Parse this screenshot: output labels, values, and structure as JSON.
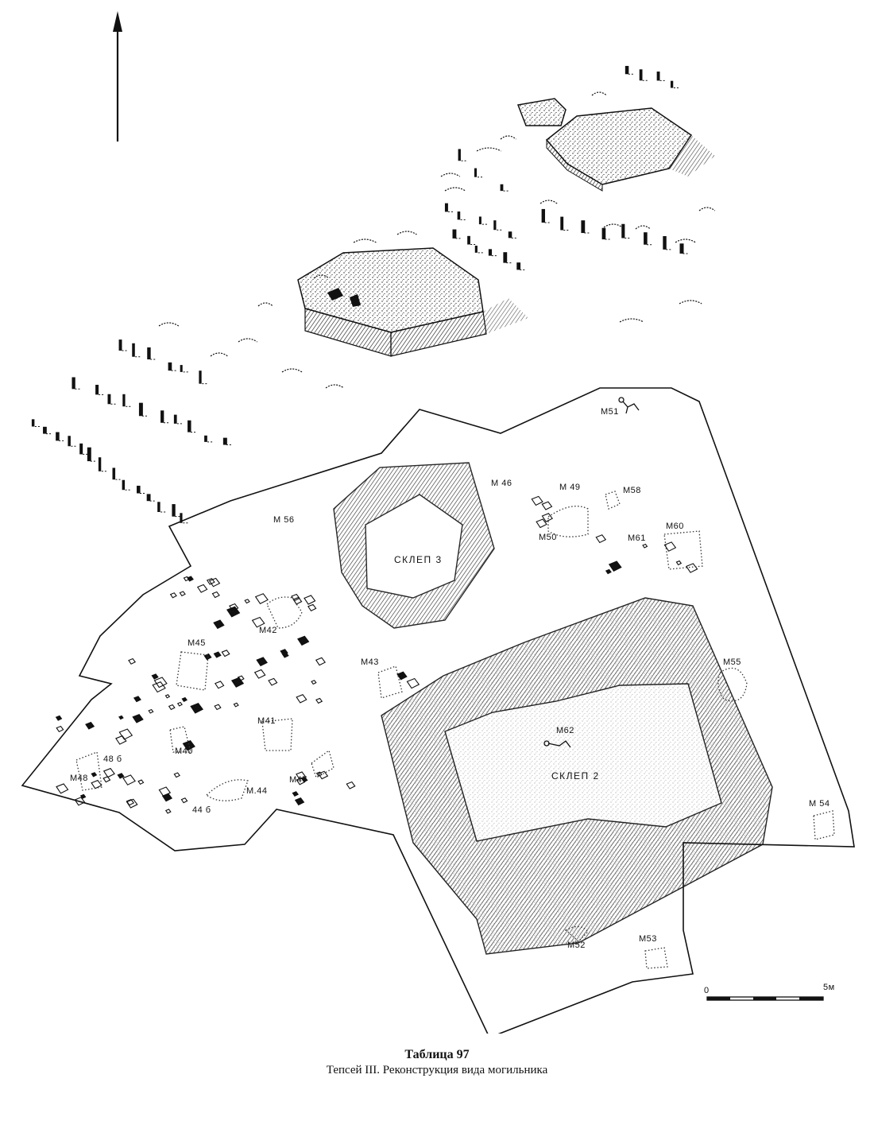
{
  "labels": {
    "M51_top": "M51",
    "M46": "M 46",
    "M49": "M 49",
    "M58": "M58",
    "M50": "M50",
    "M61": "M61",
    "M60": "M60",
    "M56": "M 56",
    "sklep3": "СКЛЕП 3",
    "M42": "M42",
    "M45": "M45",
    "M43": "M43",
    "M55": "M55",
    "M41": "M41",
    "M62": "M62",
    "M40": "M40",
    "M48b": "48 б",
    "M48": "M48",
    "M47": "M47",
    "M44": "M.44",
    "M44b": "44 б",
    "sklep2": "СКЛЕП 2",
    "M54": "M 54",
    "M52": "M52",
    "M53": "M53"
  },
  "scale": {
    "start": "0",
    "end": "5м"
  },
  "caption": {
    "title": "Таблица 97",
    "subtitle": "Тепсей III. Реконструкция вида могильника"
  }
}
